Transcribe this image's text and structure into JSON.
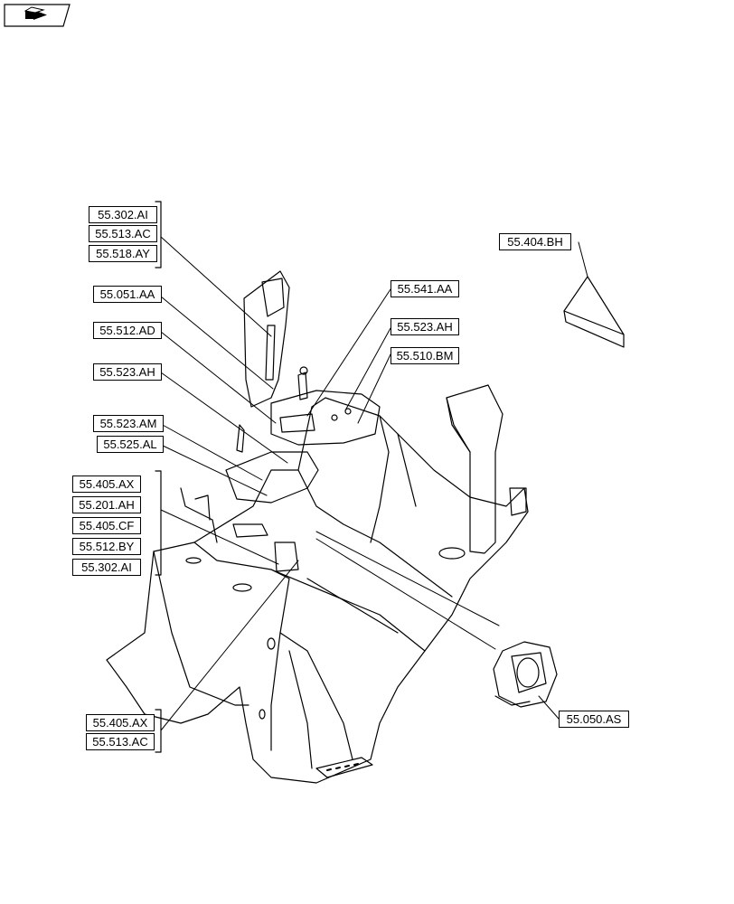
{
  "nav": {
    "icon": "navigation-arrow-icon"
  },
  "diagram": {
    "references": {
      "r1": "55.302.AI",
      "r2": "55.513.AC",
      "r3": "55.518.AY",
      "r4": "55.051.AA",
      "r5": "55.512.AD",
      "r6": "55.523.AH",
      "r7": "55.523.AM",
      "r8": "55.525.AL",
      "r9": "55.405.AX",
      "r10": "55.201.AH",
      "r11": "55.405.CF",
      "r12": "55.512.BY",
      "r13": "55.302.AI",
      "r14": "55.405.AX",
      "r15": "55.513.AC",
      "r16": "55.404.BH",
      "r17": "55.541.AA",
      "r18": "55.523.AH",
      "r19": "55.510.BM",
      "r20": "55.050.AS"
    }
  }
}
